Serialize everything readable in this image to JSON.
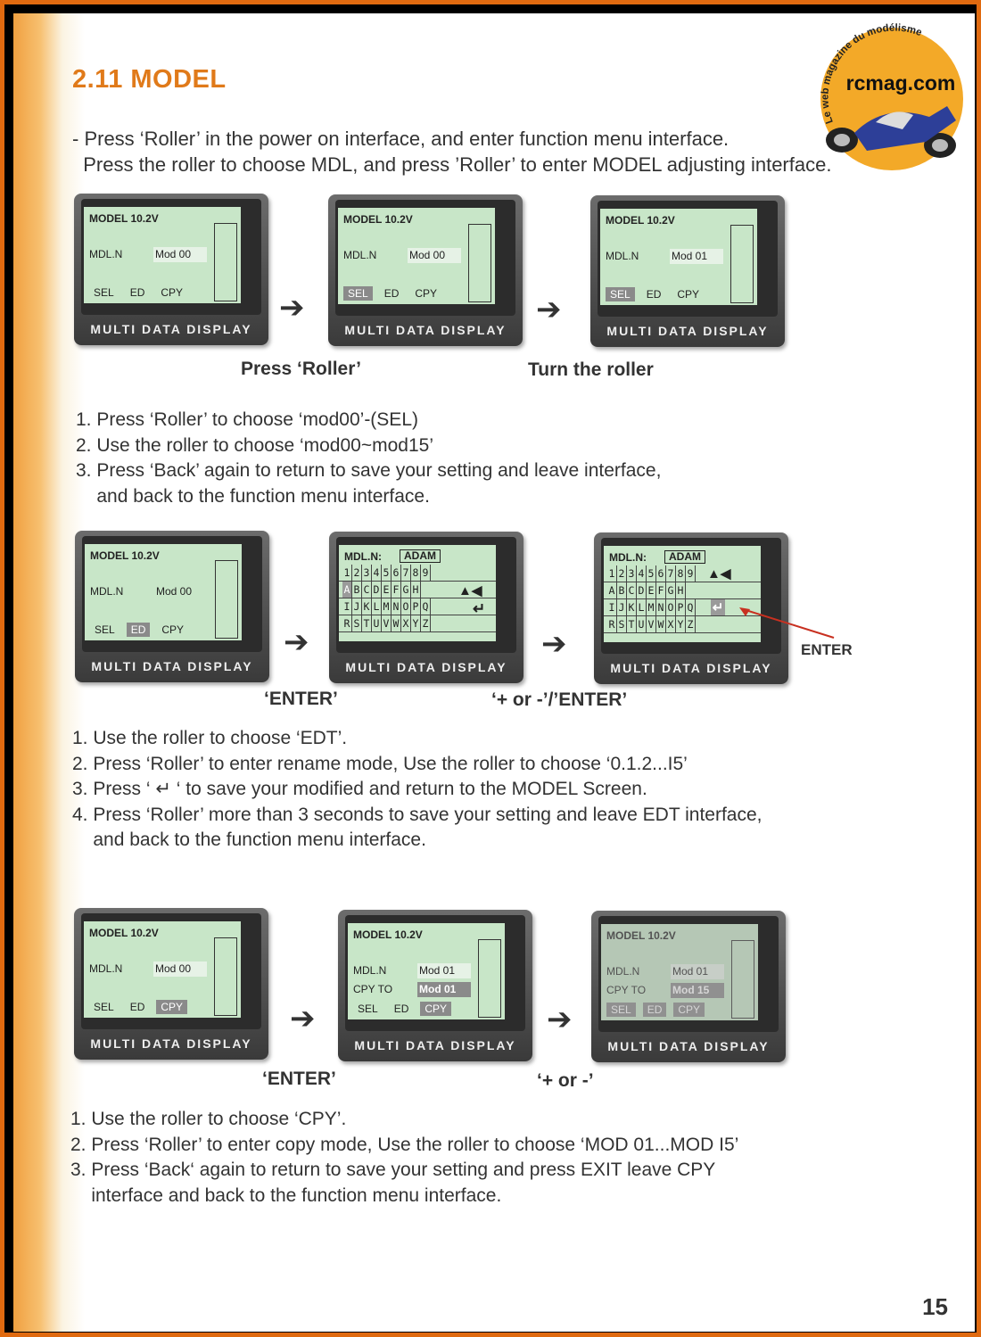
{
  "section_title": "2.11 MODEL",
  "intro": {
    "line1": "- Press ‘Roller’ in the power on interface, and enter function menu interface.",
    "line2": "  Press the roller to choose MDL, and press ’Roller’ to enter MODEL adjusting interface."
  },
  "logo": {
    "arc_text": "Le web magazine du modélisme",
    "brand": "rcmag.com"
  },
  "display_label": "MULTI DATA DISPLAY",
  "lcd": {
    "model_header": "MODEL  10.2V",
    "mdl_label": "MDL.N",
    "cpy_to_label": "CPY TO",
    "mod00": "Mod 00",
    "mod01": "Mod 01",
    "mod15": "Mod 15",
    "menu_sel": "SEL",
    "menu_ed": "ED",
    "menu_cpy": "CPY",
    "rename_header": "MDL.N:",
    "rename_name": "ADAM",
    "grid_rows": [
      "123456789",
      "ABCDEFGH",
      "IJKLMNOPQ",
      "RSTUVWXYZ"
    ]
  },
  "section1": {
    "caption_a": "Press ‘Roller’",
    "caption_b": "Turn the roller",
    "steps": [
      "1. Press ‘Roller’ to choose ‘mod00’-(SEL)",
      "2. Use the roller to choose ‘mod00~mod15’",
      "3. Press ‘Back’ again to return to save your setting and leave interface,",
      "    and back to the function menu interface."
    ]
  },
  "section2": {
    "caption_a": "‘ENTER’",
    "caption_b": "‘+ or -’/’ENTER’",
    "enter_label": "ENTER",
    "steps": [
      "1. Use the roller to choose ‘EDT’.",
      "2. Press ‘Roller’ to enter rename mode, Use the roller to choose ‘0.1.2...I5’",
      "3. Press ‘ ↵ ‘ to save your modified and return to the MODEL Screen.",
      "4. Press ‘Roller’ more than 3 seconds to save your setting and leave EDT interface,",
      "    and back to the function menu interface."
    ]
  },
  "section3": {
    "caption_a": "‘ENTER’",
    "caption_b": "‘+ or -’",
    "steps": [
      "1. Use the roller to choose ‘CPY’.",
      "2. Press ‘Roller’ to enter copy mode, Use the roller to choose ‘MOD 01...MOD I5’",
      "3. Press ‘Back‘ again to return to save your setting and press EXIT leave CPY",
      "    interface and back to the function menu interface."
    ]
  },
  "page_number": "15",
  "colors": {
    "accent": "#e07a1a",
    "border": "#e06a10",
    "lcd": "#c8e6c8"
  }
}
